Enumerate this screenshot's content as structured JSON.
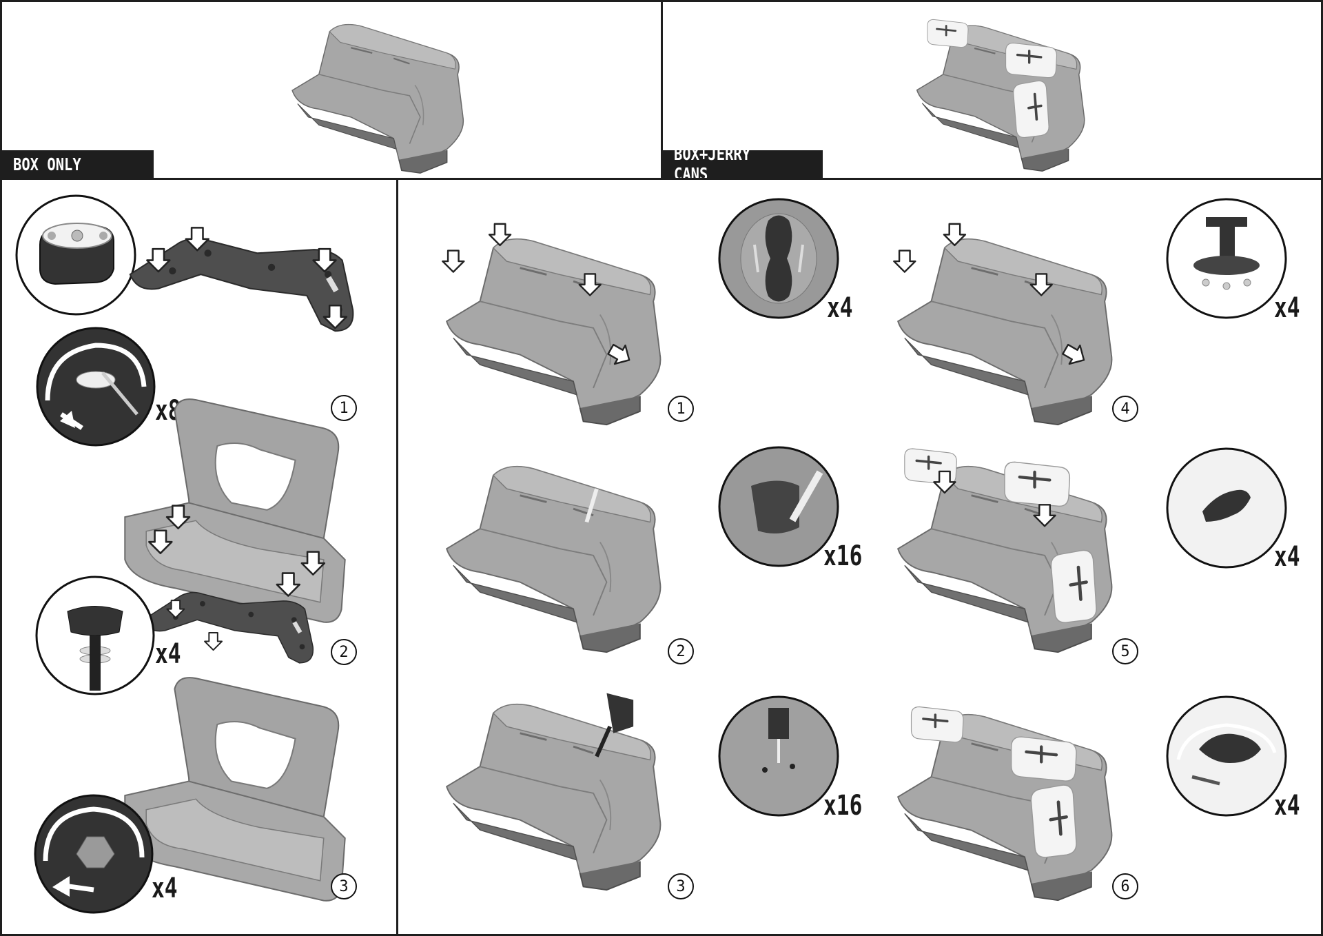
{
  "labels": {
    "box_only": "BOX ONLY",
    "box_jerry": "BOX+JERRY CANS"
  },
  "left_steps": [
    {
      "number": "1",
      "quantity": "x8"
    },
    {
      "number": "2",
      "quantity": "x4"
    },
    {
      "number": "3",
      "quantity": "x4"
    }
  ],
  "right_steps": [
    {
      "number": "1",
      "quantity": "x4"
    },
    {
      "number": "2",
      "quantity": "x16"
    },
    {
      "number": "3",
      "quantity": "x16"
    },
    {
      "number": "4",
      "quantity": "x4"
    },
    {
      "number": "5",
      "quantity": "x4"
    },
    {
      "number": "6",
      "quantity": "x4"
    }
  ],
  "colors": {
    "frame": "#1e1e1e",
    "box_fill": "#a6a6a6",
    "plate_fill": "#4a4a4a",
    "can_fill": "#f4f4f4"
  }
}
